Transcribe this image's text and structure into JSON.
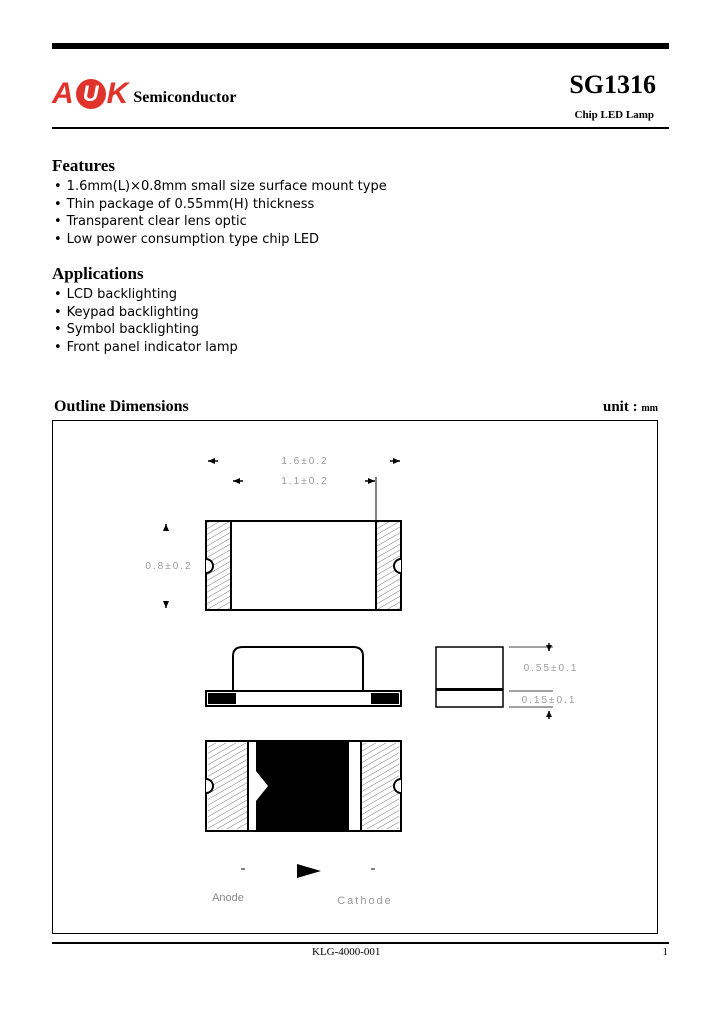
{
  "header": {
    "logo_letters": [
      "A",
      "U",
      "K"
    ],
    "company": "Semiconductor",
    "model": "SG1316",
    "subtitle": "Chip LED Lamp",
    "brand_color": "#e0332b"
  },
  "features": {
    "title": "Features",
    "items": [
      "1.6mm(L)×0.8mm small size surface mount type",
      "Thin package of 0.55mm(H) thickness",
      "Transparent clear lens optic",
      "Low power consumption type chip LED"
    ]
  },
  "applications": {
    "title": "Applications",
    "items": [
      "LCD backlighting",
      "Keypad backlighting",
      "Symbol backlighting",
      "Front panel indicator lamp"
    ]
  },
  "outline": {
    "title": "Outline Dimensions",
    "unit_label": "unit :",
    "unit_value": "mm",
    "dim_total_length": "1.6±0.2",
    "dim_inner_length": "1.1±0.2",
    "dim_width": "0.8±0.2",
    "dim_height": "0.55±0.1",
    "dim_base": "0.15±0.1",
    "anode_label": "Anode",
    "cathode_label": "Cathode"
  },
  "footer": {
    "doc_number": "KLG-4000-001",
    "page": "1"
  }
}
